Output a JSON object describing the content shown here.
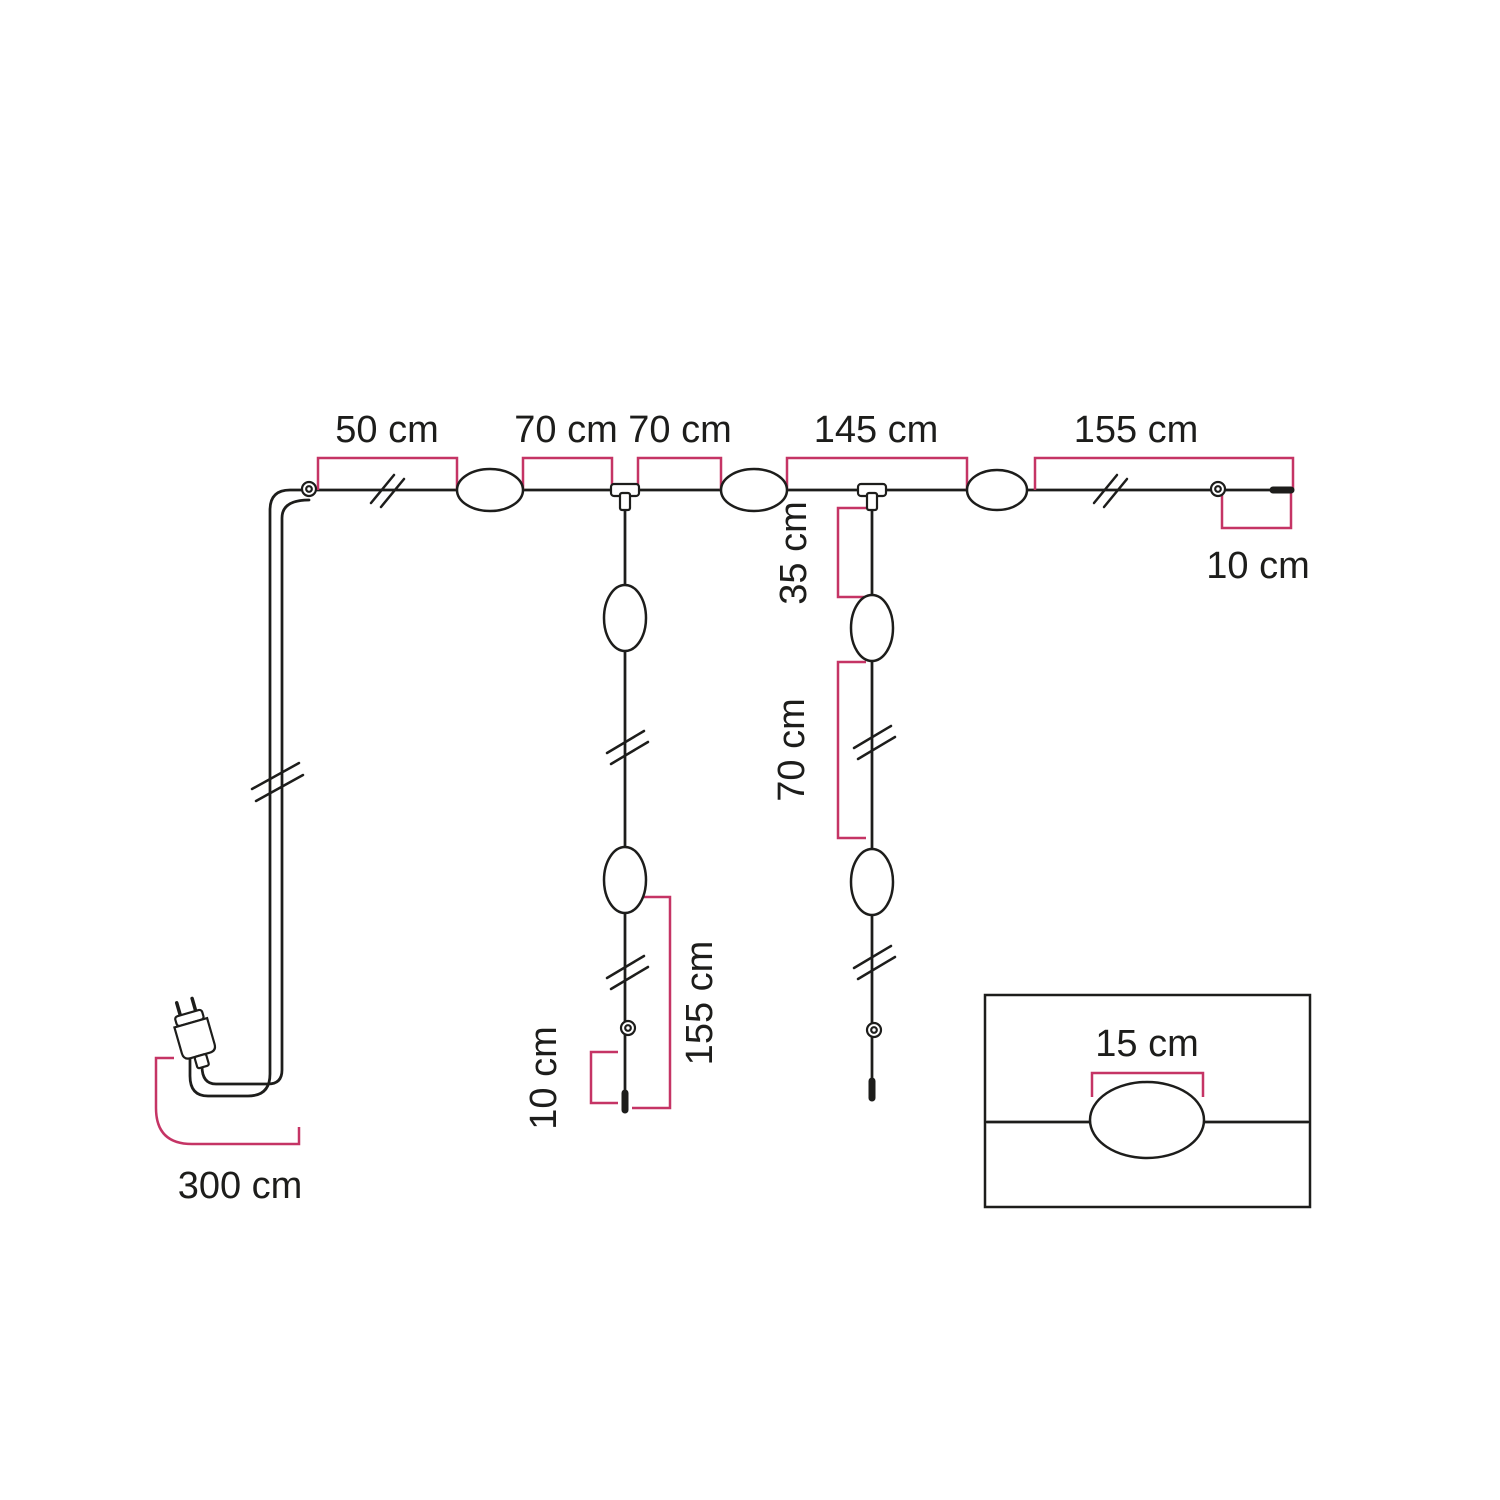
{
  "colors": {
    "dimension": "#c53465",
    "line": "#1d1d1b",
    "background": "#ffffff"
  },
  "labels": {
    "segment_50": "50 cm",
    "segment_70_a": "70 cm",
    "segment_70_b": "70 cm",
    "segment_145": "145 cm",
    "segment_155": "155 cm",
    "right_end_10": "10 cm",
    "pendant1_length_155": "155 cm",
    "pendant1_end_10": "10 cm",
    "pendant2_top_35": "35 cm",
    "pendant2_mid_70": "70 cm",
    "supply_cable_300": "300 cm",
    "inset_lamp_15": "15 cm"
  }
}
